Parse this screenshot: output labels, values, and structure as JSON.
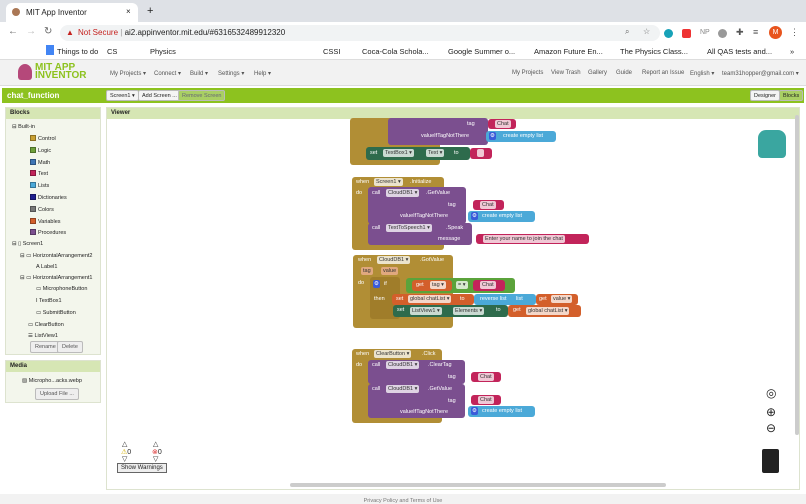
{
  "browser": {
    "tab_title": "MIT App Inventor",
    "security": "Not Secure",
    "url": "ai2.appinventor.mit.edu/#6316532489912320",
    "bookmarks": [
      "Things to do",
      "CS",
      "Physics",
      "CSSI",
      "Coca-Cola Schola...",
      "Google Summer o...",
      "Amazon Future En...",
      "The Physics Class...",
      "All QAS tests and..."
    ],
    "profile_initial": "M"
  },
  "app": {
    "logo": "MIT APP INVENTOR",
    "menu_left": [
      "My Projects ▾",
      "Connect ▾",
      "Build ▾",
      "Settings ▾",
      "Help ▾"
    ],
    "menu_right": [
      "My Projects",
      "View Trash",
      "Gallery",
      "Guide",
      "Report an Issue",
      "English ▾",
      "team31hopper@gmail.com ▾"
    ]
  },
  "toolbar": {
    "project": "chat_function",
    "screen": "Screen1 ▾",
    "add_screen": "Add Screen ...",
    "remove_screen": "Remove Screen",
    "designer": "Designer",
    "blocks": "Blocks"
  },
  "blocks_panel": {
    "title": "Blocks",
    "builtin": "Built-in",
    "builtin_items": [
      {
        "label": "Control",
        "color": "#c8a032"
      },
      {
        "label": "Logic",
        "color": "#6ea03a"
      },
      {
        "label": "Math",
        "color": "#3f76b5"
      },
      {
        "label": "Text",
        "color": "#c2245a"
      },
      {
        "label": "Lists",
        "color": "#4ba9d8"
      },
      {
        "label": "Dictionaries",
        "color": "#1f1f8f"
      },
      {
        "label": "Colors",
        "color": "#777777"
      },
      {
        "label": "Variables",
        "color": "#d35f2b"
      },
      {
        "label": "Procedures",
        "color": "#7b4f8f"
      }
    ],
    "components": [
      "Screen1",
      "HorizontalArrangement2",
      "Label1",
      "HorizontalArrangement1",
      "MicrophoneButton",
      "TextBox1",
      "SubmitButton",
      "ClearButton",
      "ListView1"
    ],
    "rename": "Rename",
    "delete": "Delete"
  },
  "media": {
    "title": "Media",
    "file": "Micropho...acks.webp",
    "upload": "Upload File ..."
  },
  "viewer": {
    "title": "Viewer",
    "warnings_count": "0",
    "errors_count": "0",
    "show_warnings": "Show Warnings"
  },
  "blocks": {
    "b1": {
      "tag": "tag",
      "chat": "Chat",
      "vitnt": "valueIfTagNotThere",
      "cel": "create empty list",
      "set": "set",
      "textbox": "TextBox1 ▾",
      "text": "Text ▾",
      "to": "to"
    },
    "b2": {
      "when": "when",
      "screen": "Screen1 ▾",
      ".init": ".Initialize",
      "do": "do",
      "call": "call",
      "cdb": "CloudDB1 ▾",
      "getvalue": ".GetValue",
      "tag": "tag",
      "chat": "Chat",
      "vitnt": "valueIfTagNotThere",
      "cel": "create empty list",
      "tts": "TextToSpeech1 ▾",
      "speak": ".Speak",
      "message": "message",
      "msg": "Enter your name to join the chat"
    },
    "b3": {
      "when": "when",
      "cdb": "CloudDB1 ▾",
      "got": ".GotValue",
      "p1": "tag",
      "p2": "value",
      "do": "do",
      "if": "if",
      "get": "get",
      "tag": "tag ▾",
      "eq": "= ▾",
      "chat": "Chat",
      "then": "then",
      "set": "set",
      "gcl": "global chatList ▾",
      "to": "to",
      "rev": "reverse list",
      "list": "list",
      "value": "value ▾",
      "lv": "ListView1 ▾",
      "elements": "Elements ▾"
    },
    "b4": {
      "when": "when",
      "btn": "ClearButton ▾",
      "click": ".Click",
      "do": "do",
      "call": "call",
      "cdb": "CloudDB1 ▾",
      "clear": ".ClearTag",
      "tag": "tag",
      "chat": "Chat",
      "getvalue": ".GetValue",
      "vitnt": "valueIfTagNotThere",
      "cel": "create empty list"
    }
  },
  "footer": "Privacy Policy and Terms of Use"
}
